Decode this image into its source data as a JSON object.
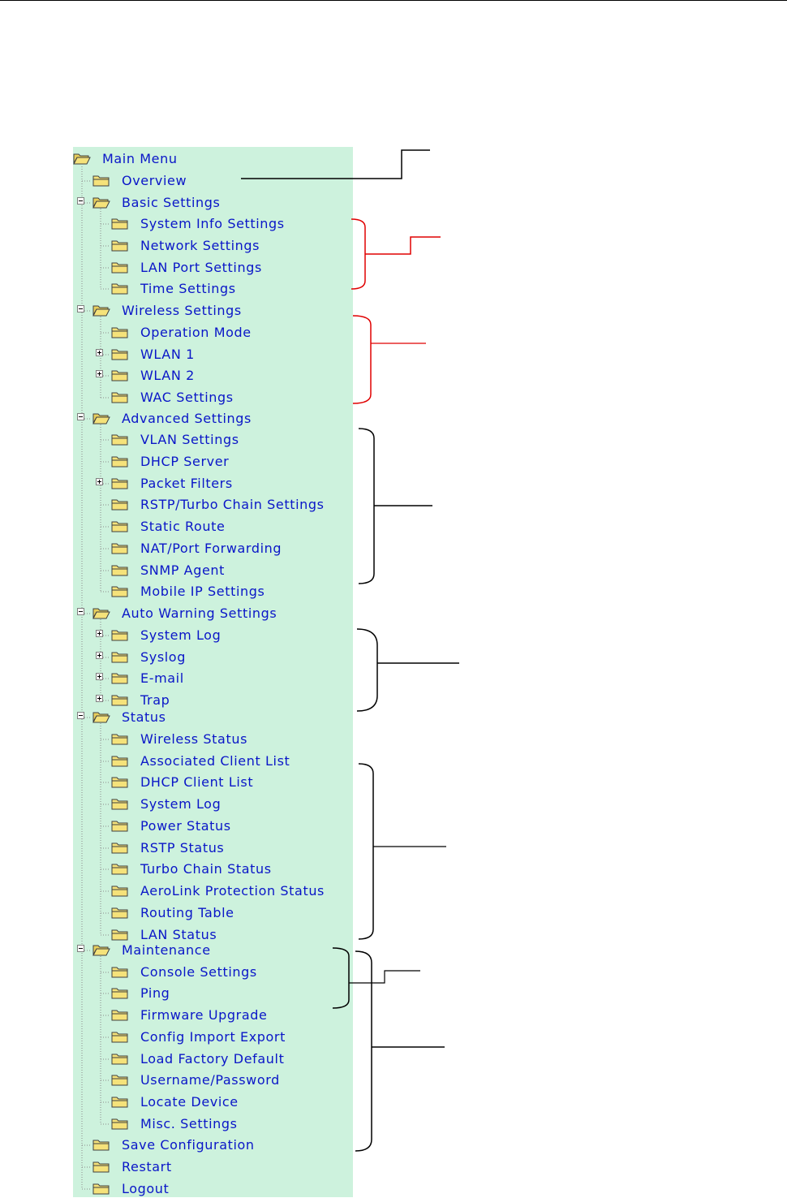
{
  "menu": {
    "items": [
      {
        "label": "Main Menu",
        "level": 0,
        "open": true,
        "expander": "none"
      },
      {
        "label": "Overview",
        "level": 1,
        "open": false,
        "expander": "none"
      },
      {
        "label": "Basic Settings",
        "level": 1,
        "open": true,
        "expander": "minus"
      },
      {
        "label": "System Info Settings",
        "level": 2,
        "open": false,
        "expander": "none"
      },
      {
        "label": "Network Settings",
        "level": 2,
        "open": false,
        "expander": "none"
      },
      {
        "label": "LAN Port Settings",
        "level": 2,
        "open": false,
        "expander": "none"
      },
      {
        "label": "Time Settings",
        "level": 2,
        "open": false,
        "expander": "none"
      },
      {
        "label": "Wireless Settings",
        "level": 1,
        "open": true,
        "expander": "minus"
      },
      {
        "label": "Operation Mode",
        "level": 2,
        "open": false,
        "expander": "none"
      },
      {
        "label": "WLAN 1",
        "level": 2,
        "open": false,
        "expander": "plus"
      },
      {
        "label": "WLAN 2",
        "level": 2,
        "open": false,
        "expander": "plus"
      },
      {
        "label": "WAC Settings",
        "level": 2,
        "open": false,
        "expander": "none"
      },
      {
        "label": "Advanced Settings",
        "level": 1,
        "open": true,
        "expander": "minus"
      },
      {
        "label": "VLAN Settings",
        "level": 2,
        "open": false,
        "expander": "none"
      },
      {
        "label": "DHCP Server",
        "level": 2,
        "open": false,
        "expander": "none"
      },
      {
        "label": "Packet Filters",
        "level": 2,
        "open": false,
        "expander": "plus"
      },
      {
        "label": "RSTP/Turbo Chain Settings",
        "level": 2,
        "open": false,
        "expander": "none"
      },
      {
        "label": "Static Route",
        "level": 2,
        "open": false,
        "expander": "none"
      },
      {
        "label": "NAT/Port Forwarding",
        "level": 2,
        "open": false,
        "expander": "none"
      },
      {
        "label": "SNMP Agent",
        "level": 2,
        "open": false,
        "expander": "none"
      },
      {
        "label": "Mobile IP Settings",
        "level": 2,
        "open": false,
        "expander": "none"
      },
      {
        "label": "Auto Warning Settings",
        "level": 1,
        "open": true,
        "expander": "minus"
      },
      {
        "label": "System Log",
        "level": 2,
        "open": false,
        "expander": "plus"
      },
      {
        "label": "Syslog",
        "level": 2,
        "open": false,
        "expander": "plus"
      },
      {
        "label": "E-mail",
        "level": 2,
        "open": false,
        "expander": "plus"
      },
      {
        "label": "Trap",
        "level": 2,
        "open": false,
        "expander": "plus"
      },
      {
        "label": "Status",
        "level": 1,
        "open": true,
        "expander": "minus"
      },
      {
        "label": "Wireless Status",
        "level": 2,
        "open": false,
        "expander": "none"
      },
      {
        "label": "Associated Client List",
        "level": 2,
        "open": false,
        "expander": "none"
      },
      {
        "label": "DHCP Client List",
        "level": 2,
        "open": false,
        "expander": "none"
      },
      {
        "label": "System Log",
        "level": 2,
        "open": false,
        "expander": "none"
      },
      {
        "label": "Power Status",
        "level": 2,
        "open": false,
        "expander": "none"
      },
      {
        "label": "RSTP Status",
        "level": 2,
        "open": false,
        "expander": "none"
      },
      {
        "label": "Turbo Chain Status",
        "level": 2,
        "open": false,
        "expander": "none"
      },
      {
        "label": "AeroLink Protection Status",
        "level": 2,
        "open": false,
        "expander": "none"
      },
      {
        "label": "Routing Table",
        "level": 2,
        "open": false,
        "expander": "none"
      },
      {
        "label": "LAN Status",
        "level": 2,
        "open": false,
        "expander": "none"
      },
      {
        "label": "Maintenance",
        "level": 1,
        "open": true,
        "expander": "minus"
      },
      {
        "label": "Console Settings",
        "level": 2,
        "open": false,
        "expander": "none"
      },
      {
        "label": "Ping",
        "level": 2,
        "open": false,
        "expander": "none"
      },
      {
        "label": "Firmware Upgrade",
        "level": 2,
        "open": false,
        "expander": "none"
      },
      {
        "label": "Config Import Export",
        "level": 2,
        "open": false,
        "expander": "none"
      },
      {
        "label": "Load Factory Default",
        "level": 2,
        "open": false,
        "expander": "none"
      },
      {
        "label": "Username/Password",
        "level": 2,
        "open": false,
        "expander": "none"
      },
      {
        "label": "Locate Device",
        "level": 2,
        "open": false,
        "expander": "none"
      },
      {
        "label": "Misc. Settings",
        "level": 2,
        "open": false,
        "expander": "none"
      },
      {
        "label": "Save Configuration",
        "level": 1,
        "open": false,
        "expander": "none"
      },
      {
        "label": "Restart",
        "level": 1,
        "open": false,
        "expander": "none"
      },
      {
        "label": "Logout",
        "level": 1,
        "open": false,
        "expander": "none"
      }
    ]
  },
  "colors": {
    "panel": "#cdf2dd",
    "link": "#0a16c8",
    "folder": "#f5e27a",
    "folder_outline": "#404040",
    "annotation_black": "#000000",
    "annotation_red": "#e00000"
  }
}
